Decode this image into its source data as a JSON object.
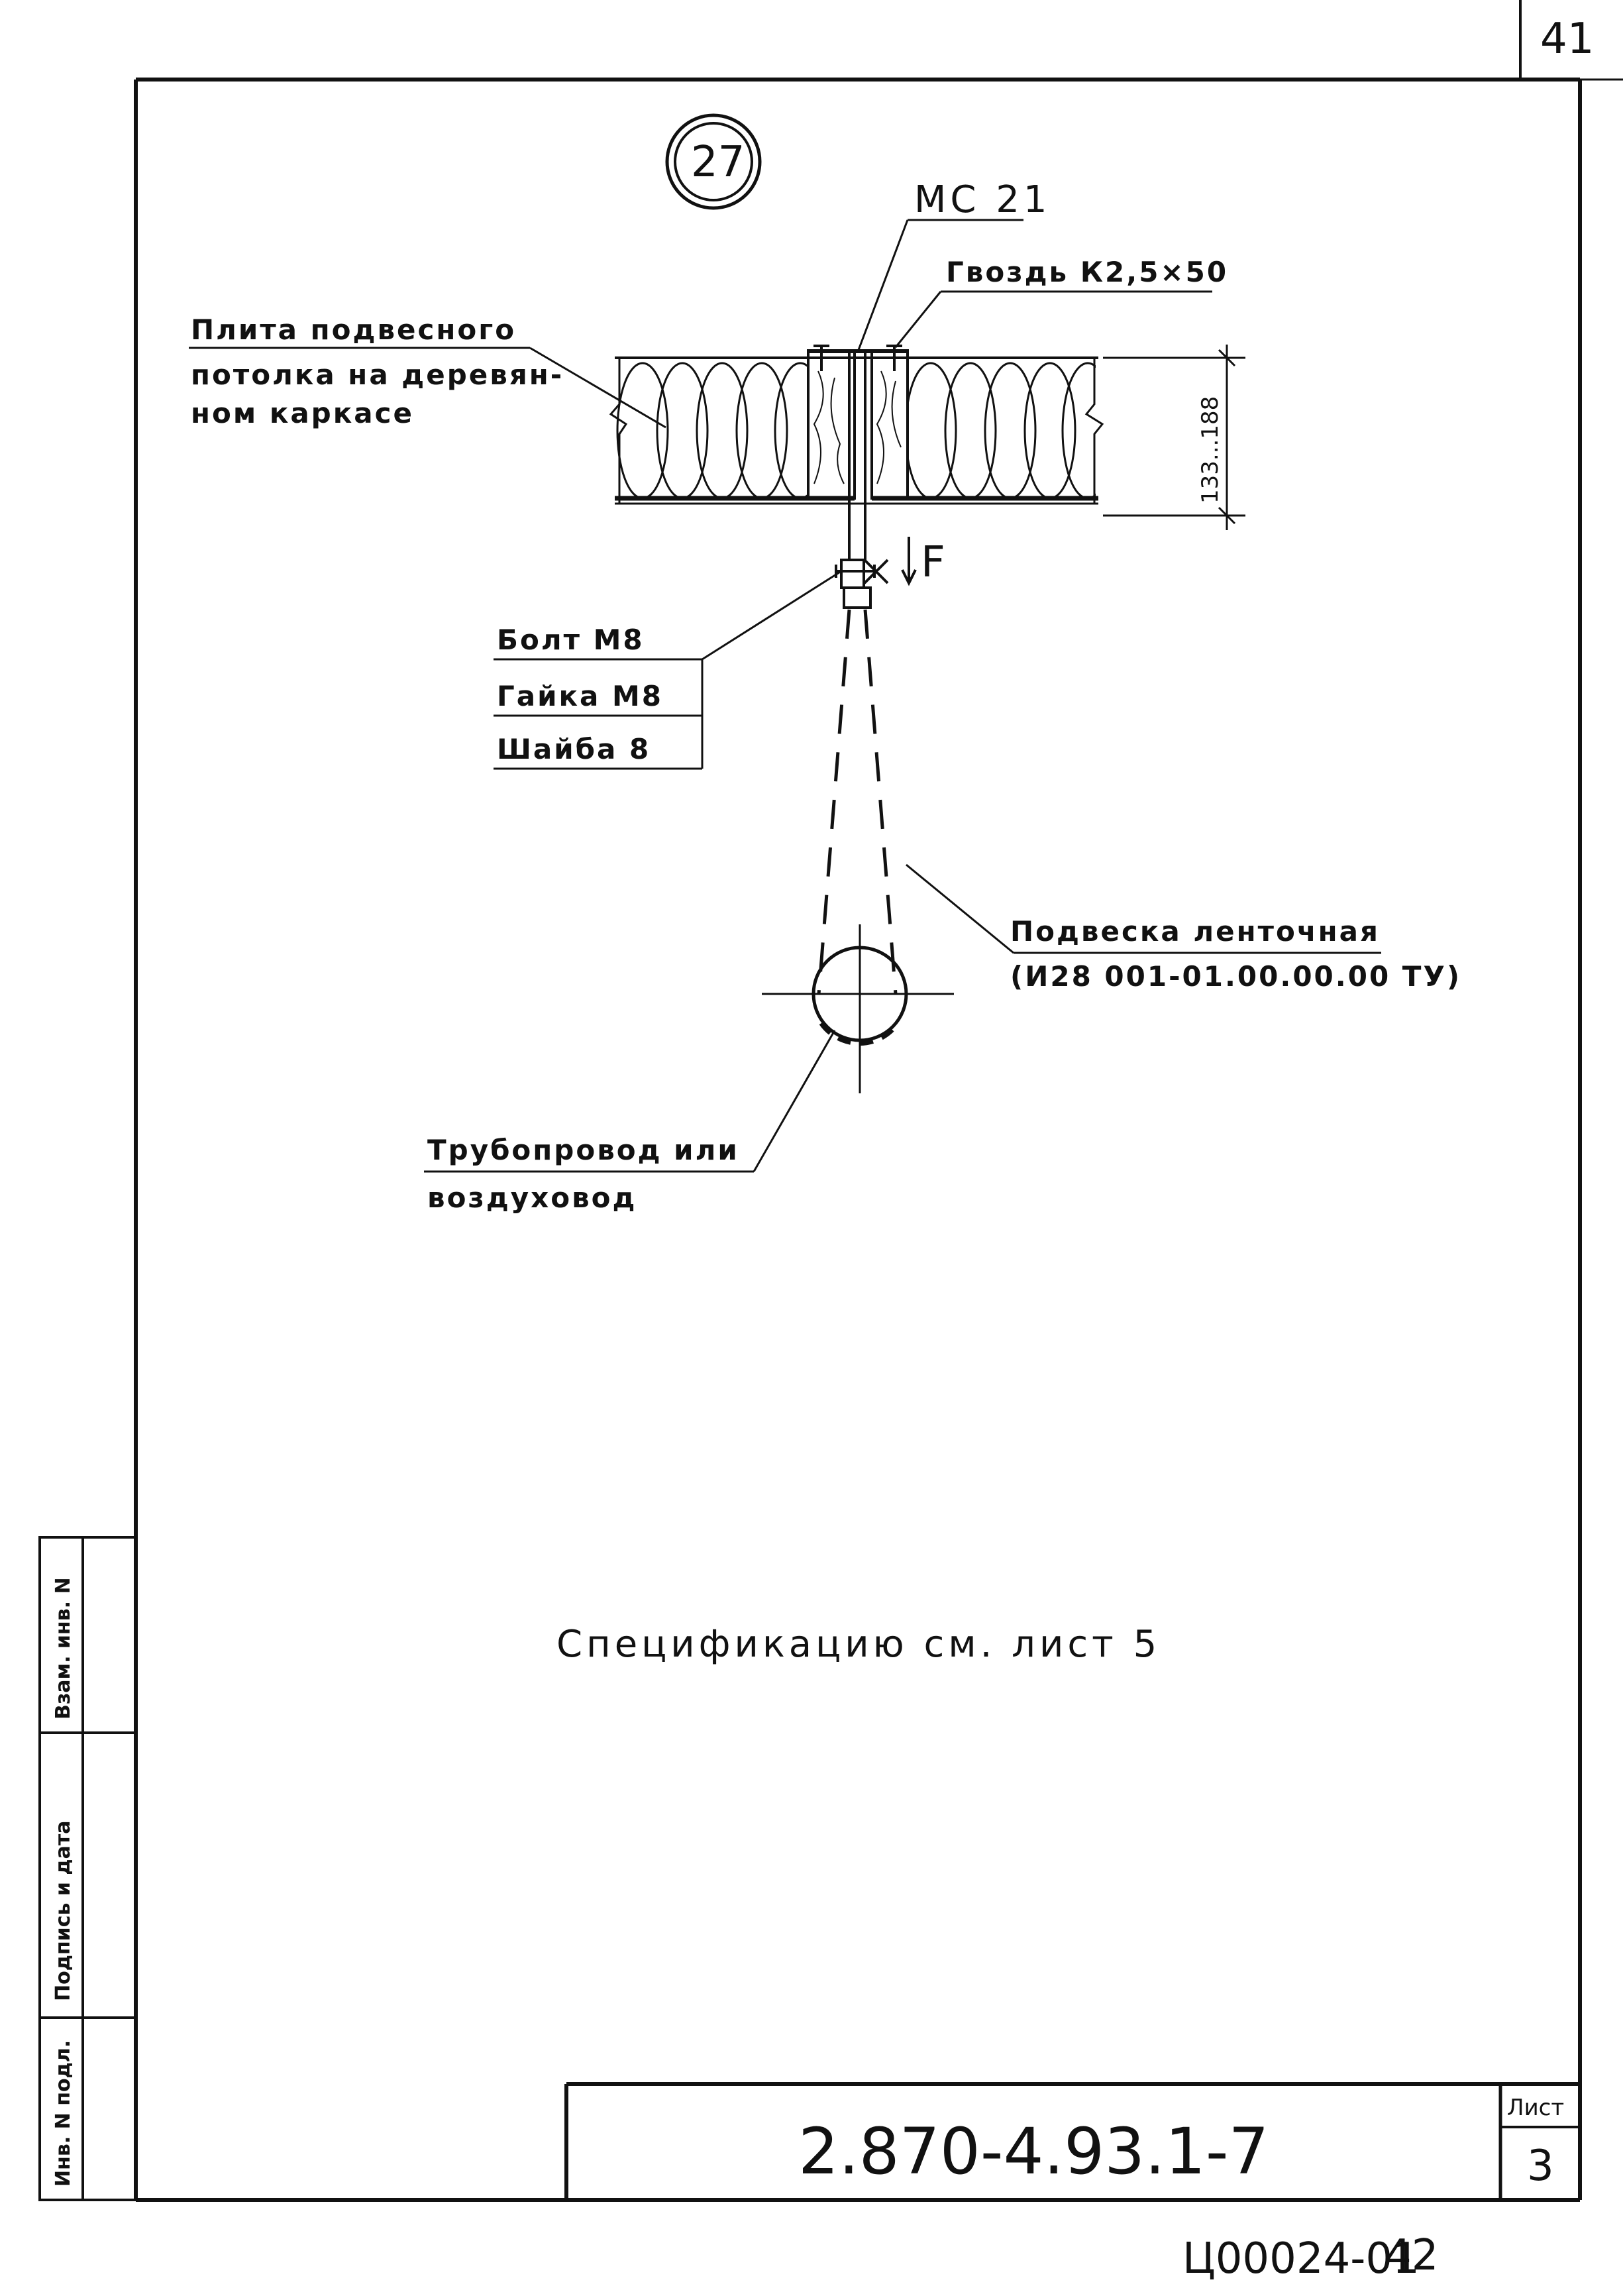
{
  "page_corner_number": "41",
  "detail_number": "27",
  "labels": {
    "mc21": "МС 21",
    "nail": "Гвоздь К2,5×50",
    "plate_line1": "Плита подвесного",
    "plate_line2": "потолка на деревян-",
    "plate_line3": "ном каркасе",
    "dimension": "133...188",
    "force": "F",
    "bolt": "Болт М8",
    "nut": "Гайка М8",
    "washer": "Шайба 8",
    "hanger_line1": "Подвеска ленточная",
    "hanger_line2": "(И28 001-01.00.00.00 ТУ)",
    "pipe_line1": "Трубопровод или",
    "pipe_line2": "воздуховод"
  },
  "spec_note": "Спецификацию см. лист 5",
  "side_stamp": {
    "col1": "Инв. N подл.",
    "col2": "Подпись и дата",
    "col3": "Взам. инв. N"
  },
  "title_block": {
    "doc_code": "2.870-4.93.1-7",
    "sheet_label": "Лист",
    "sheet_number": "3"
  },
  "footer_code": "Ц00024-01",
  "footer_page": "42"
}
